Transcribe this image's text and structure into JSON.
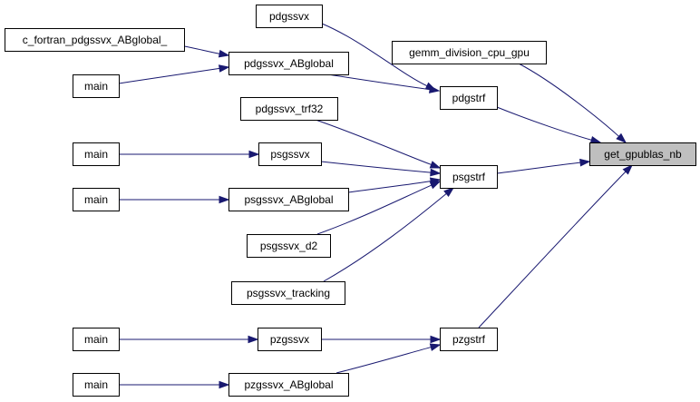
{
  "diagram": {
    "nodes": [
      {
        "id": "get_gpublas_nb",
        "label": "get_gpublas_nb",
        "highlight": true
      },
      {
        "id": "pdgstrf",
        "label": "pdgstrf"
      },
      {
        "id": "psgstrf",
        "label": "psgstrf"
      },
      {
        "id": "pzgstrf",
        "label": "pzgstrf"
      },
      {
        "id": "gemm_division_cpu_gpu",
        "label": "gemm_division_cpu_gpu"
      },
      {
        "id": "pdgssvx",
        "label": "pdgssvx"
      },
      {
        "id": "pdgssvx_ABglobal",
        "label": "pdgssvx_ABglobal"
      },
      {
        "id": "c_fortran_pdgssvx_ABglobal_",
        "label": "c_fortran_pdgssvx_ABglobal_"
      },
      {
        "id": "main_1",
        "label": "main"
      },
      {
        "id": "pdgssvx_trf32",
        "label": "pdgssvx_trf32"
      },
      {
        "id": "psgssvx",
        "label": "psgssvx"
      },
      {
        "id": "main_2",
        "label": "main"
      },
      {
        "id": "psgssvx_ABglobal",
        "label": "psgssvx_ABglobal"
      },
      {
        "id": "main_3",
        "label": "main"
      },
      {
        "id": "psgssvx_d2",
        "label": "psgssvx_d2"
      },
      {
        "id": "psgssvx_tracking",
        "label": "psgssvx_tracking"
      },
      {
        "id": "pzgssvx",
        "label": "pzgssvx"
      },
      {
        "id": "main_4",
        "label": "main"
      },
      {
        "id": "pzgssvx_ABglobal",
        "label": "pzgssvx_ABglobal"
      },
      {
        "id": "main_5",
        "label": "main"
      }
    ],
    "edges": [
      {
        "from": "pdgstrf",
        "to": "get_gpublas_nb"
      },
      {
        "from": "gemm_division_cpu_gpu",
        "to": "get_gpublas_nb"
      },
      {
        "from": "psgstrf",
        "to": "get_gpublas_nb"
      },
      {
        "from": "pzgstrf",
        "to": "get_gpublas_nb"
      },
      {
        "from": "pdgssvx",
        "to": "pdgstrf"
      },
      {
        "from": "pdgssvx_ABglobal",
        "to": "pdgstrf"
      },
      {
        "from": "c_fortran_pdgssvx_ABglobal_",
        "to": "pdgssvx_ABglobal"
      },
      {
        "from": "main_1",
        "to": "pdgssvx_ABglobal"
      },
      {
        "from": "pdgssvx_trf32",
        "to": "psgstrf"
      },
      {
        "from": "psgssvx",
        "to": "psgstrf"
      },
      {
        "from": "psgssvx_ABglobal",
        "to": "psgstrf"
      },
      {
        "from": "psgssvx_d2",
        "to": "psgstrf"
      },
      {
        "from": "psgssvx_tracking",
        "to": "psgstrf"
      },
      {
        "from": "main_2",
        "to": "psgssvx"
      },
      {
        "from": "main_3",
        "to": "psgssvx_ABglobal"
      },
      {
        "from": "pzgssvx",
        "to": "pzgstrf"
      },
      {
        "from": "pzgssvx_ABglobal",
        "to": "pzgstrf"
      },
      {
        "from": "main_4",
        "to": "pzgssvx"
      },
      {
        "from": "main_5",
        "to": "pzgssvx_ABglobal"
      }
    ],
    "colors": {
      "edge": "#191970",
      "highlight_fill": "#bfbfbf",
      "node_fill": "#ffffff",
      "node_stroke": "#000000"
    }
  }
}
